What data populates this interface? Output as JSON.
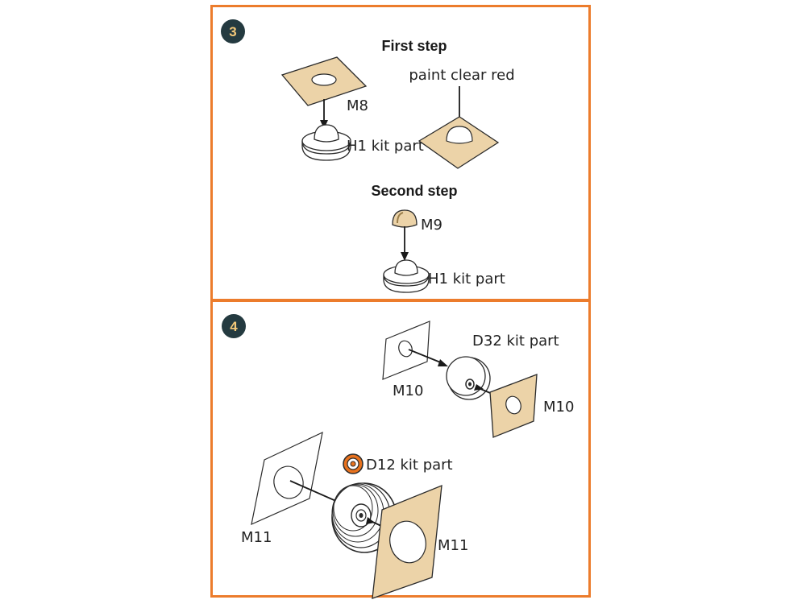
{
  "step3": {
    "number": "3",
    "first_step_title": "First step",
    "second_step_title": "Second step",
    "label_m8": "M8",
    "label_paint": "paint clear red",
    "label_h1_a": "H1 kit part",
    "label_m9": "M9",
    "label_h1_b": "H1 kit part"
  },
  "step4": {
    "number": "4",
    "label_d32": "D32 kit part",
    "label_m10_left": "M10",
    "label_m10_right": "M10",
    "label_d12": "D12 kit part",
    "label_m11_left": "M11",
    "label_m11_right": "M11"
  },
  "colors": {
    "panel_border": "#ec7c2c",
    "mask_fill": "#ecd3a8",
    "badge_fill": "#243a40",
    "badge_text": "#f3c879",
    "d12_orange": "#e8721e"
  }
}
